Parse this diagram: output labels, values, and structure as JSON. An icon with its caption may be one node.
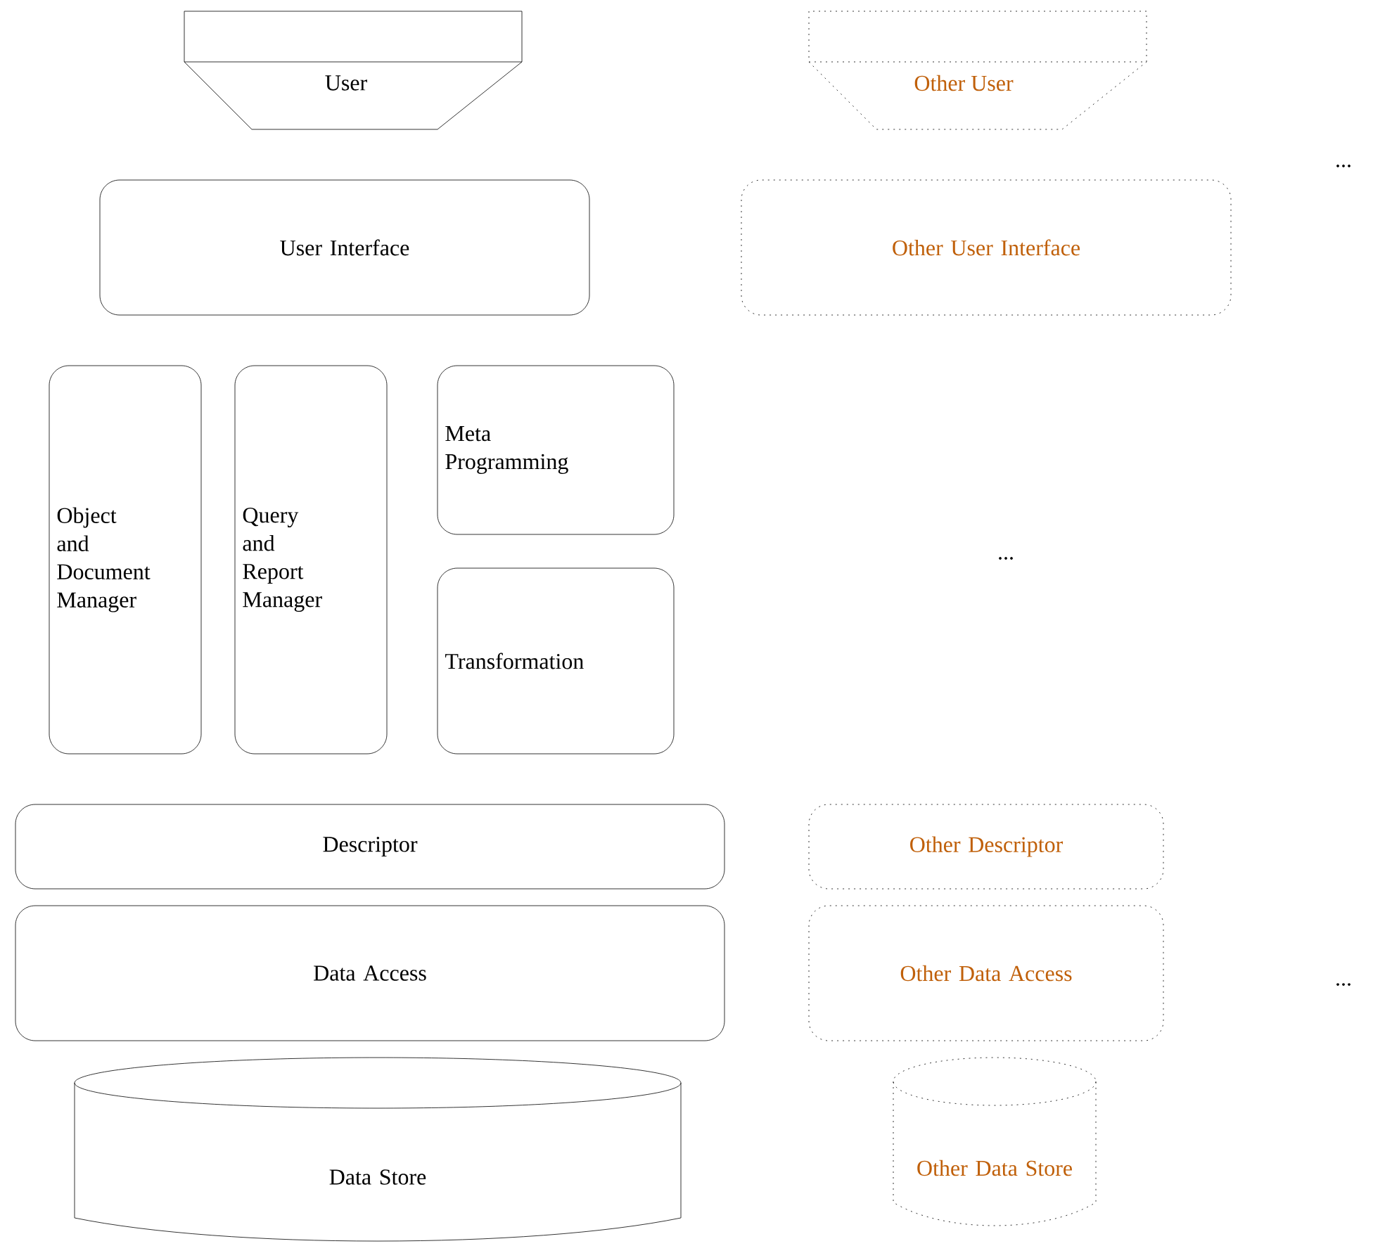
{
  "diagram": {
    "nodes": [
      {
        "text": [
          "User"
        ]
      },
      {
        "text": [
          "Other User"
        ]
      },
      {
        "text": [
          "User Interface"
        ]
      },
      {
        "text": [
          "Other User Interface"
        ]
      },
      {
        "text": [
          "Object and Document Manager"
        ]
      },
      {
        "text": [
          "Query and Report Manager"
        ]
      },
      {
        "text": [
          "Meta Programming"
        ]
      },
      {
        "text": [
          "Transformation"
        ]
      },
      {
        "text": [
          "Descriptor"
        ]
      },
      {
        "text": [
          "Other Descriptor"
        ]
      },
      {
        "text": [
          "Data Access"
        ]
      },
      {
        "text": [
          "Other Data Access"
        ]
      },
      {
        "text": [
          "Data Store"
        ]
      },
      {
        "text": [
          "Other Data Store"
        ]
      }
    ],
    "labels": [
      "...",
      "...",
      "..."
    ]
  }
}
